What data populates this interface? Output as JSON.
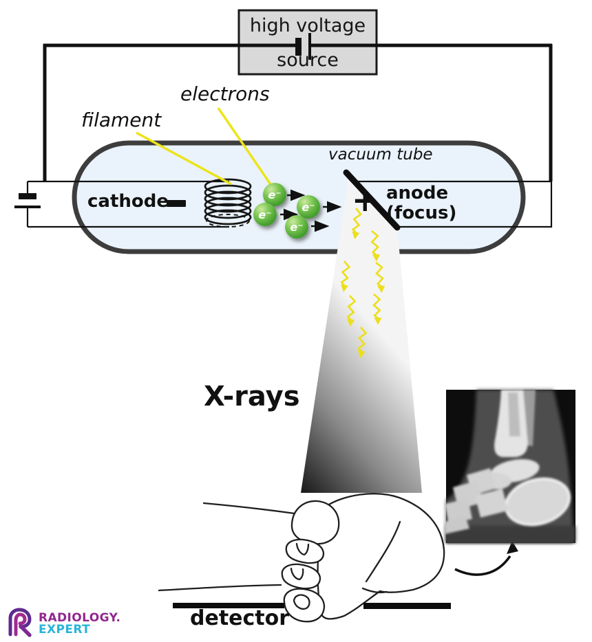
{
  "power_box": {
    "line1": "high voltage",
    "line2": "source"
  },
  "callouts": {
    "electrons": "electrons",
    "filament": "filament"
  },
  "tube": {
    "vacuum_label": "vacuum tube",
    "cathode_label": "cathode",
    "anode_plus": "+",
    "anode_label": "anode",
    "anode_sub": "(focus)",
    "electron_symbol": "e⁻"
  },
  "beam": {
    "xrays_label": "X-rays"
  },
  "detector": {
    "label": "detector"
  },
  "logo": {
    "line1": "RADIOLOGY.",
    "line2": "EXPERT"
  },
  "colors": {
    "tube_fill": "#eaf3fb",
    "tube_border": "#3d3d3d",
    "box_fill": "#d9d9d9",
    "wire_black": "#111111",
    "callout_yellow": "#ece419",
    "ray_yellow": "#ecdf1b",
    "electron_green": "#46a02f",
    "beam_dark": "#181818",
    "beam_light": "#f4f4f4",
    "logo_purple": "#92278f",
    "logo_cyan": "#29b4d8"
  }
}
